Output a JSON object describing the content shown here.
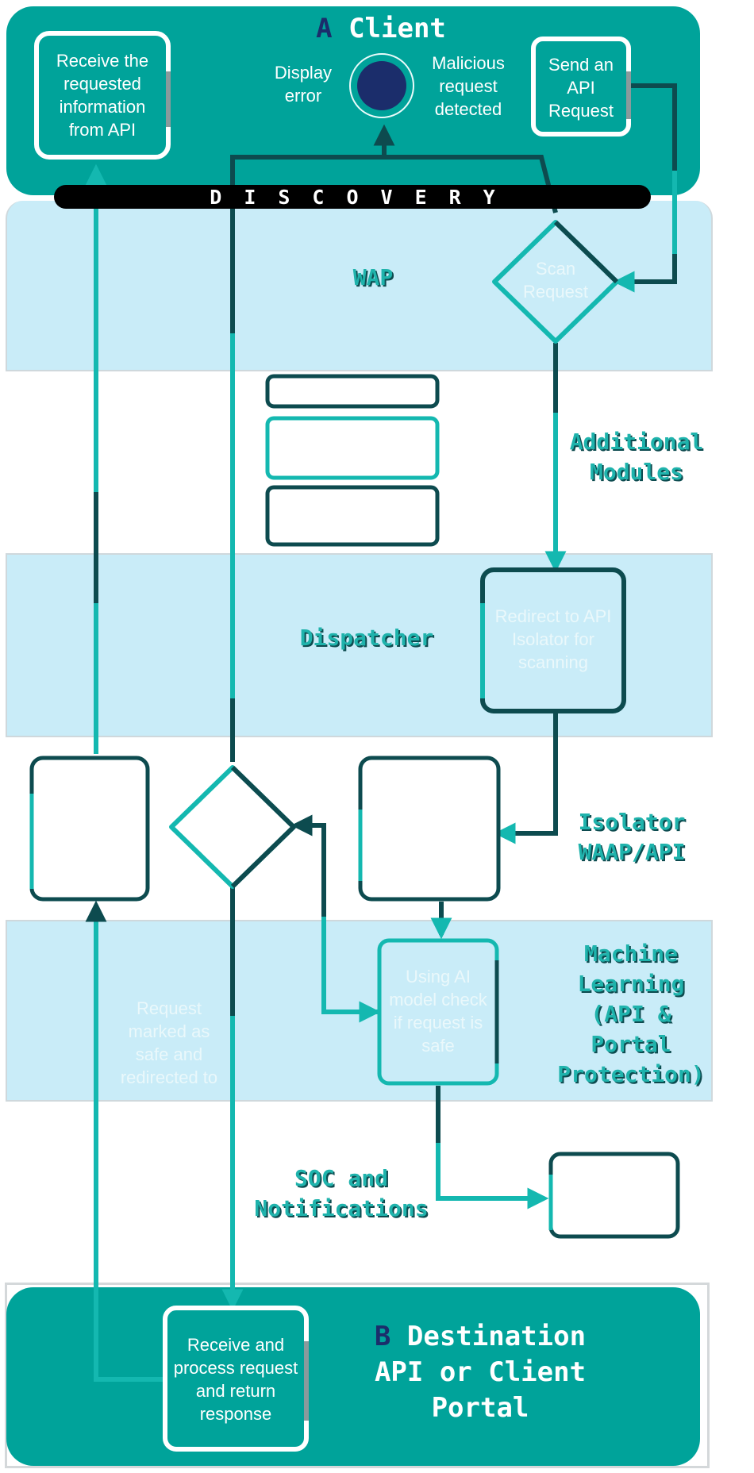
{
  "client": {
    "letter": "A",
    "title": "Client",
    "receive_info": "Receive the requested information from API",
    "display_error": "Display error",
    "malicious": "Malicious request detected",
    "send_request": "Send an API Request"
  },
  "discovery_label": "DISCOVERY",
  "lanes": {
    "wap": "WAP",
    "additional_modules": "Additional Modules",
    "dispatcher": "Dispatcher",
    "isolator": "Isolator WAAP/API",
    "machine_learning": "Machine Learning (API & Portal Protection)",
    "soc": "SOC and Notifications"
  },
  "nodes": {
    "scan_request": "Scan Request",
    "redirect_isolator": "Redirect to API Isolator for scanning",
    "ai_check": "Using AI model check if request is safe",
    "marked_safe": "Request marked as safe and redirected to"
  },
  "destination": {
    "letter": "B",
    "title_line1": "Destination",
    "title_line2": "API or Client",
    "title_line3": "Portal",
    "process": "Receive and process request and return response"
  },
  "colors": {
    "teal": "#00a39a",
    "light_band": "#c9ecf8",
    "dark_teal": "#0d4b4f",
    "bright_teal": "#14b8b0",
    "navy": "#1b2d6b"
  }
}
